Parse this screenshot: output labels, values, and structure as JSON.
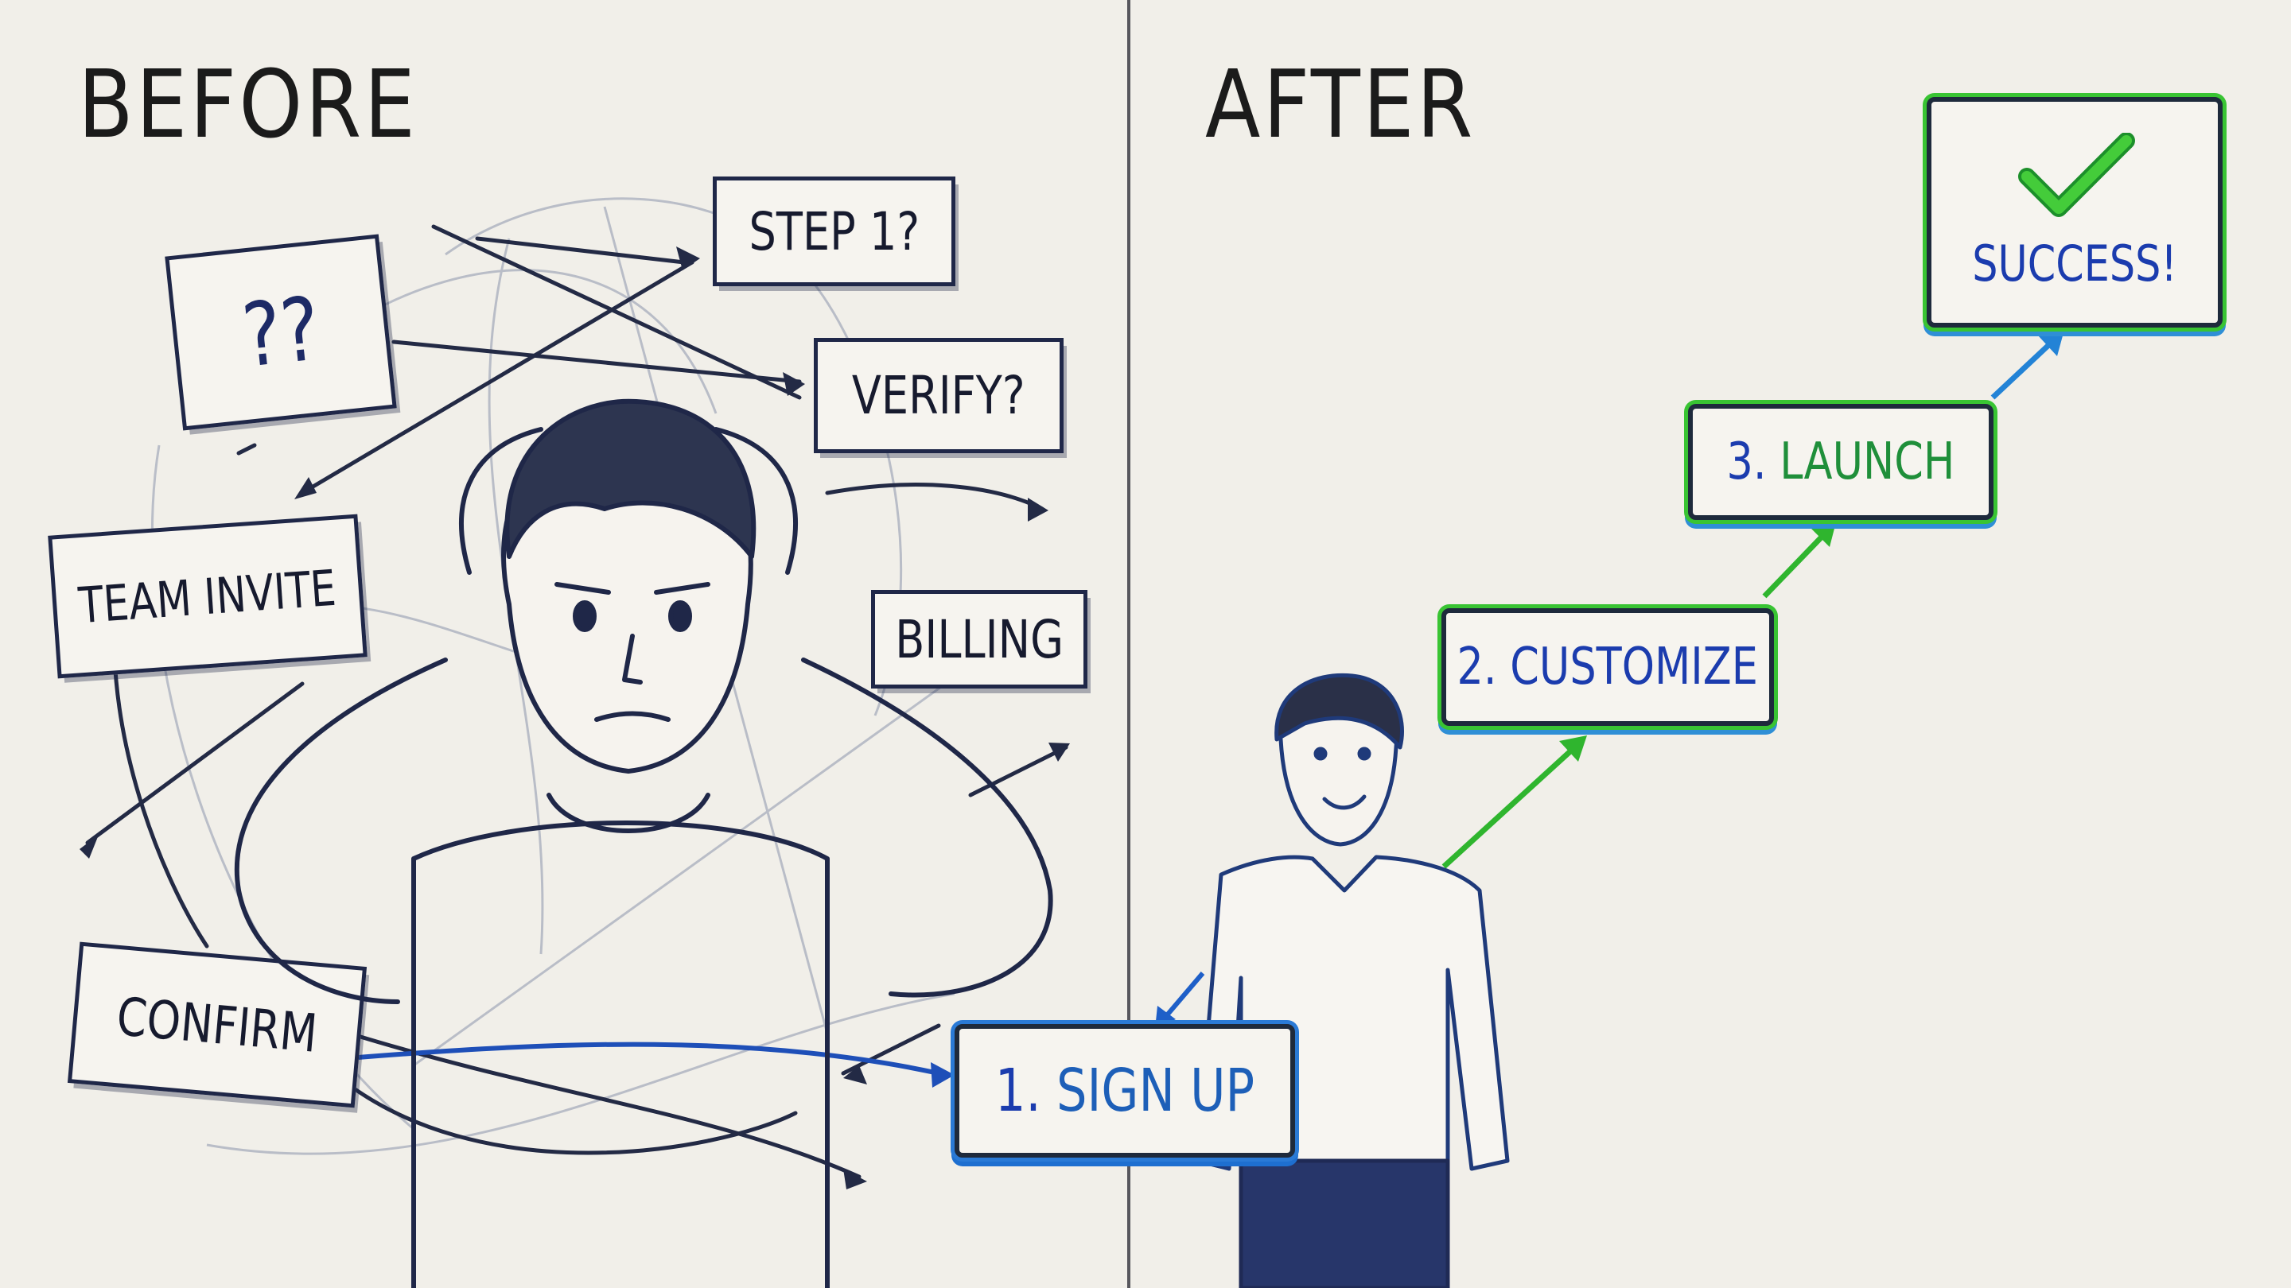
{
  "before": {
    "heading": "BEFORE",
    "boxes": [
      {
        "label": "??"
      },
      {
        "label": "STEP 1?"
      },
      {
        "label": "VERIFY?"
      },
      {
        "label": "TEAM INVITE"
      },
      {
        "label": "BILLING"
      },
      {
        "label": "CONFIRM"
      }
    ],
    "figure": "frustrated-person-holding-head"
  },
  "after": {
    "heading": "AFTER",
    "steps": [
      {
        "number": "1.",
        "label": "SIGN UP"
      },
      {
        "number": "2.",
        "label": "CUSTOMIZE"
      },
      {
        "number": "3.",
        "label": "LAUNCH"
      }
    ],
    "success": {
      "label": "SUCCESS!",
      "icon": "checkmark-icon"
    },
    "figure": "smiling-person-standing"
  },
  "colors": {
    "paper": "#f1efe9",
    "ink": "#1f2748",
    "green": "#39c433",
    "blue": "#1e6fd0",
    "text_blue": "#1b3cae",
    "text_green": "#1f8f3a"
  }
}
